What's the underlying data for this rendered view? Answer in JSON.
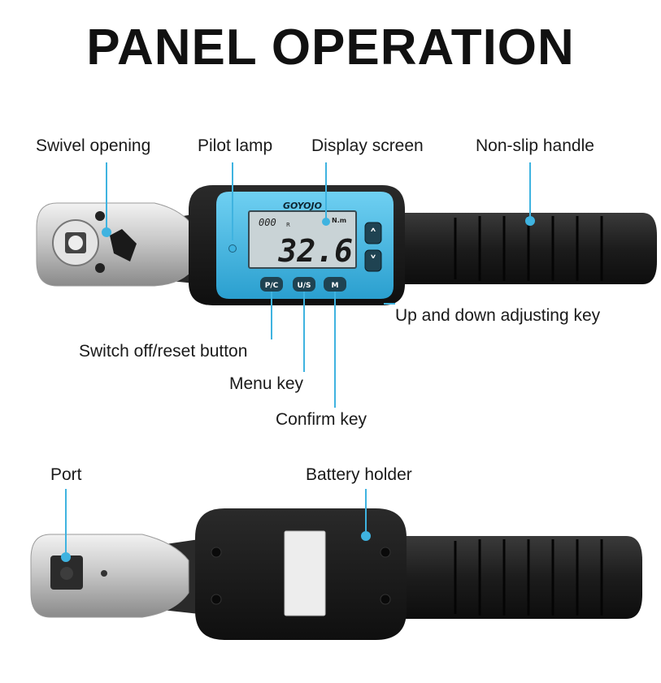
{
  "title": "PANEL OPERATION",
  "brand": "GOYOJO",
  "display": {
    "reading": "32.6",
    "unit": "N.m",
    "small_readout": "000",
    "mode_flag": "R"
  },
  "buttons": {
    "pc": "P/C",
    "us": "U/S",
    "m": "M",
    "up_arrow": "˄",
    "down_arrow": "˅"
  },
  "labels": {
    "swivel_opening": "Swivel opening",
    "pilot_lamp": "Pilot lamp",
    "display_screen": "Display screen",
    "non_slip_handle": "Non-slip handle",
    "up_down_key": "Up and down adjusting key",
    "switch_off_reset": "Switch off/reset button",
    "menu_key": "Menu key",
    "confirm_key": "Confirm key",
    "port": "Port",
    "battery_holder": "Battery holder"
  },
  "colors": {
    "accent": "#3fb3e0",
    "lcd_bg": "#c9d3d6",
    "body_black": "#161616",
    "handle_black": "#1f1f1f",
    "chrome": "#dcdcdc"
  }
}
